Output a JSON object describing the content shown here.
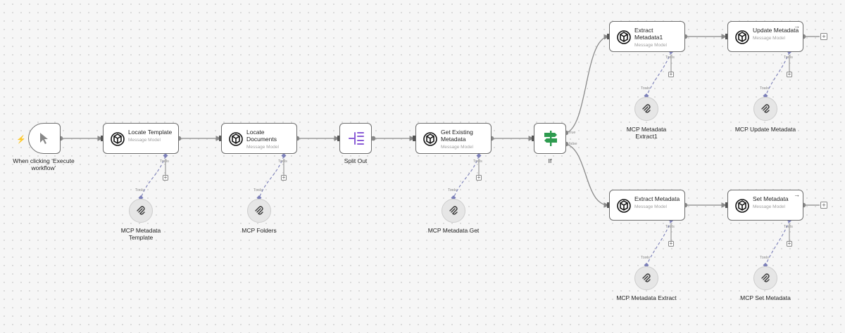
{
  "trigger": {
    "label": "When clicking ‘Execute workflow’"
  },
  "sub_label": "Message Model",
  "tools_label": "Tools",
  "nodes": {
    "locate_template": {
      "title": "Locate Template"
    },
    "locate_documents": {
      "title": "Locate Documents"
    },
    "split_out": {
      "label": "Split Out"
    },
    "get_existing": {
      "title": "Get Existing Metadata"
    },
    "if_node": {
      "label": "If",
      "true_label": "true",
      "false_label": "false"
    },
    "extract_metadata1": {
      "title": "Extract Metadata1"
    },
    "update_metadata": {
      "title": "Update Metadata"
    },
    "extract_metadata": {
      "title": "Extract Metadata"
    },
    "set_metadata": {
      "title": "Set Metadata"
    }
  },
  "tools": {
    "mcp_metadata_template": {
      "label": "MCP Metadata Template"
    },
    "mcp_folders": {
      "label": "MCP Folders"
    },
    "mcp_metadata_get": {
      "label": "MCP Metadata Get"
    },
    "mcp_metadata_extract1": {
      "label": "MCP Metadata Extract1"
    },
    "mcp_update_metadata": {
      "label": "MCP Update Metadata"
    },
    "mcp_metadata_extract": {
      "label": "MCP Metadata Extract"
    },
    "mcp_set_metadata": {
      "label": "MCP Set Metadata"
    }
  },
  "colors": {
    "wire": "#8a8a8a",
    "tool_wire": "#7b7fb8",
    "if_icon": "#2e9b4f",
    "split_icon": "#8a5cd6",
    "trigger_bolt": "#ff6b2c"
  }
}
